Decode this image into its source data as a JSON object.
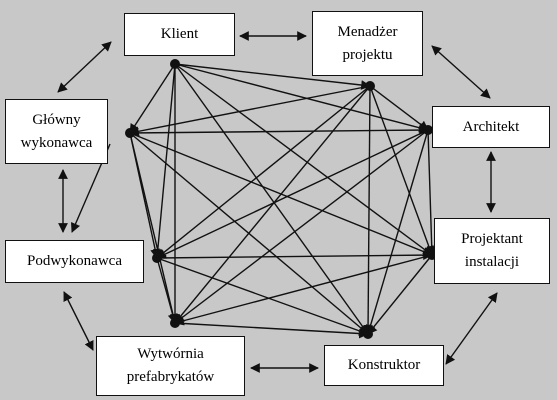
{
  "nodes": [
    {
      "id": "klient",
      "label": "Klient"
    },
    {
      "id": "menadzer",
      "label": "Menadżer\nprojektu"
    },
    {
      "id": "glowny",
      "label": "Główny\nwykonawca"
    },
    {
      "id": "architekt",
      "label": "Architekt"
    },
    {
      "id": "podwyk",
      "label": "Podwykonawca"
    },
    {
      "id": "projektant",
      "label": "Projektant\ninstalacji"
    },
    {
      "id": "wytwornia",
      "label": "Wytwórnia\nprefabrykatów"
    },
    {
      "id": "konstruktor",
      "label": "Konstruktor"
    }
  ],
  "colors": {
    "background": "#c8c8c8",
    "box": "#ffffff",
    "line": "#111111"
  }
}
